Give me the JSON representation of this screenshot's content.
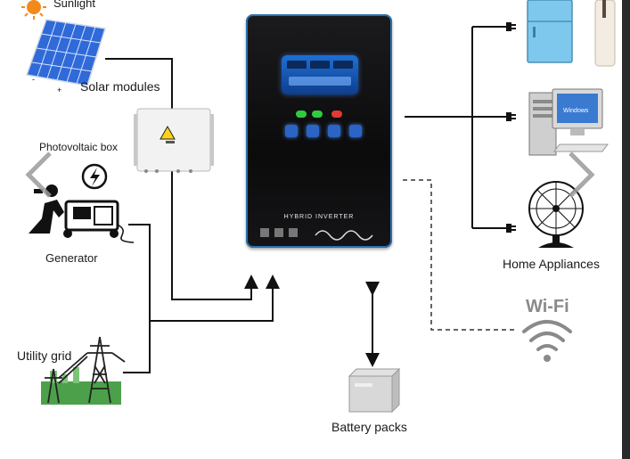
{
  "labels": {
    "sunlight": "Sunlight",
    "solar_modules": "Solar modules",
    "photovoltaic_box": "Photovoltaic box",
    "generator": "Generator",
    "utility_grid": "Utility grid",
    "battery_packs": "Battery packs",
    "home_appliances": "Home Appliances",
    "wifi": "Wi-Fi",
    "inverter_brand": "HYBRID   INVERTER"
  },
  "colors": {
    "line": "#111111",
    "wifi": "#8a8a8a",
    "inverter_edge": "#2a6fb0",
    "lcd": "#1f6fd6"
  },
  "icons": {
    "sun": "sun-icon",
    "solar": "solar-panel-icon",
    "pv_box": "junction-box-icon",
    "generator": "generator-icon",
    "grid": "power-tower-icon",
    "battery": "battery-icon",
    "fridge": "fridge-icon",
    "computer": "computer-icon",
    "fan": "fan-icon",
    "wifi": "wifi-icon",
    "prev": "chevron-left-icon",
    "next": "chevron-right-icon"
  }
}
